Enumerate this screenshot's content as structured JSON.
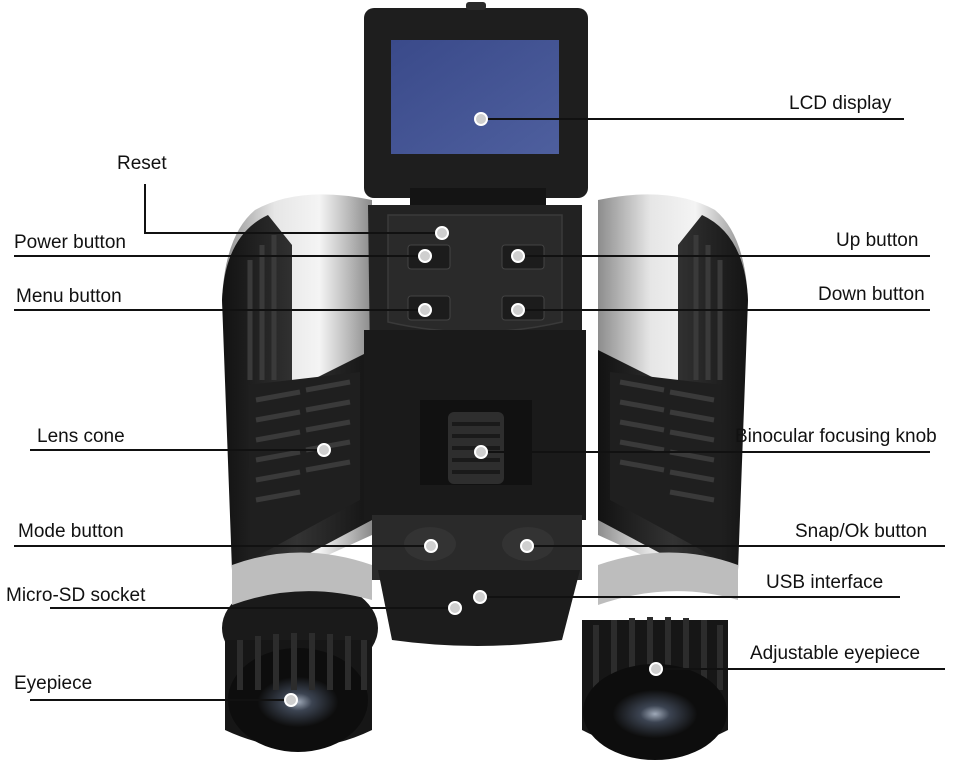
{
  "diagram": {
    "labels": {
      "lcd_display": "LCD display",
      "reset": "Reset",
      "power_button": "Power button",
      "up_button": "Up button",
      "menu_button": "Menu button",
      "down_button": "Down button",
      "lens_cone": "Lens cone",
      "binocular_focusing_knob": "Binocular focusing knob",
      "mode_button": "Mode button",
      "snap_ok_button": "Snap/Ok button",
      "micro_sd_socket": "Micro-SD socket",
      "usb_interface": "USB interface",
      "adjustable_eyepiece": "Adjustable eyepiece",
      "eyepiece": "Eyepiece"
    },
    "colors": {
      "body_dark": "#1c1c1c",
      "body_mid": "#2b2b2b",
      "silver": "#c9c9c9",
      "screen": "#3d4f8e",
      "leader_line": "#111111",
      "marker_ring": "#ffffff"
    }
  }
}
